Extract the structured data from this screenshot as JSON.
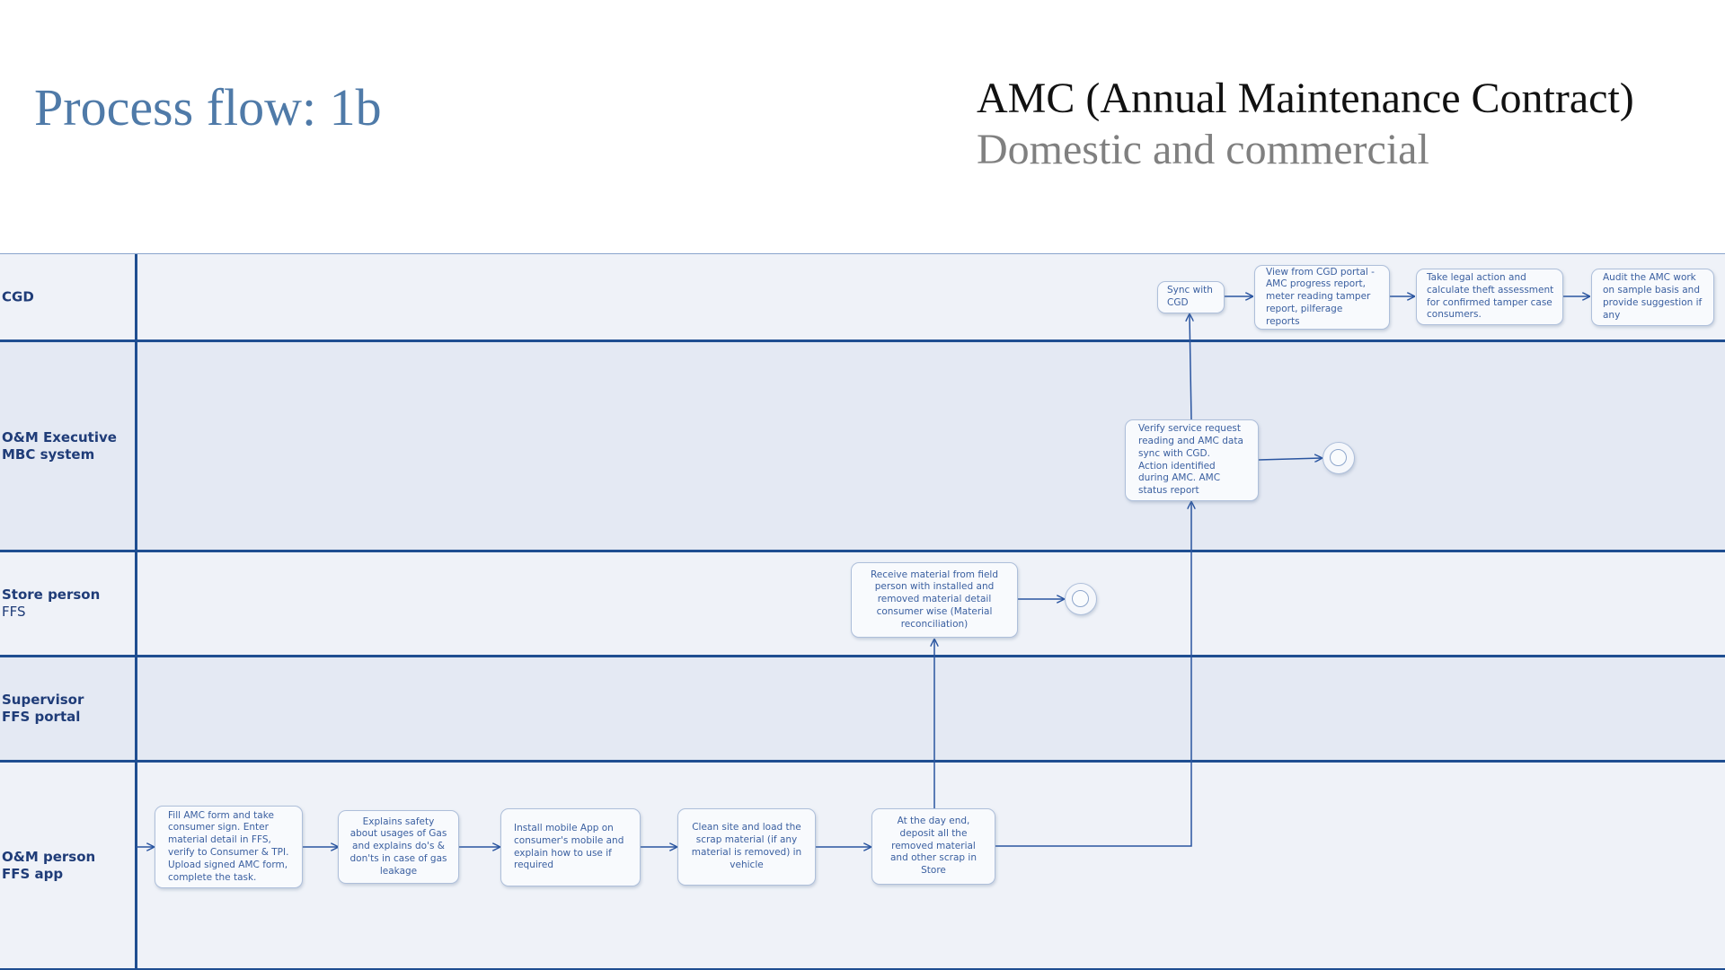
{
  "header": {
    "title": "Process flow: 1b",
    "heading": "AMC (Annual Maintenance Contract)",
    "subheading": "Domestic and commercial"
  },
  "colors": {
    "title": "#4f7aa8",
    "lane_divider": "#1f4e91",
    "lane_bg_light": "#eff2f8",
    "lane_bg_dark": "#e4e9f3",
    "box_text": "#3a5fa0",
    "arrow": "#2a55a0"
  },
  "lanes": [
    {
      "line1": "CGD",
      "line2": ""
    },
    {
      "line1": "O&M Executive",
      "line2": "MBC system"
    },
    {
      "line1": "Store person",
      "line2": "FFS"
    },
    {
      "line1": "Supervisor",
      "line2": "FFS portal"
    },
    {
      "line1": "O&M person",
      "line2": "FFS app"
    }
  ],
  "steps": {
    "fill_form": [
      "Fill AMC form and take",
      "consumer sign. Enter",
      "material detail in FFS,",
      "verify to Consumer & TPI.",
      "Upload signed AMC form,",
      "complete the task."
    ],
    "safety": [
      "Explains safety",
      "about usages of Gas",
      "and explains do's &",
      "don'ts in case of gas",
      "leakage"
    ],
    "install_app": [
      "Install mobile App on",
      "consumer's mobile and",
      "explain how to use if",
      "required"
    ],
    "clean_site": [
      "Clean site and load the",
      "scrap material (if any",
      "material is removed) in",
      "vehicle"
    ],
    "day_end": [
      "At the day end,",
      "deposit all the",
      "removed material",
      "and other scrap in",
      "Store"
    ],
    "receive_material": [
      "Receive material from field",
      "person with installed and",
      "removed material detail",
      "consumer wise (Material",
      "reconciliation)"
    ],
    "verify": [
      "Verify service request",
      "reading and AMC data",
      "sync with CGD.",
      "Action identified",
      "during AMC. AMC",
      "status report"
    ],
    "sync": [
      "Sync with",
      "CGD"
    ],
    "view_portal": [
      "View from CGD portal -",
      "AMC progress report,",
      "meter reading tamper",
      "report, pilferage",
      "reports"
    ],
    "legal": [
      "Take legal action and",
      "calculate theft assessment",
      "for confirmed tamper case",
      "consumers."
    ],
    "audit": [
      "Audit the AMC work",
      "on sample basis and",
      "provide suggestion if",
      "any"
    ]
  }
}
